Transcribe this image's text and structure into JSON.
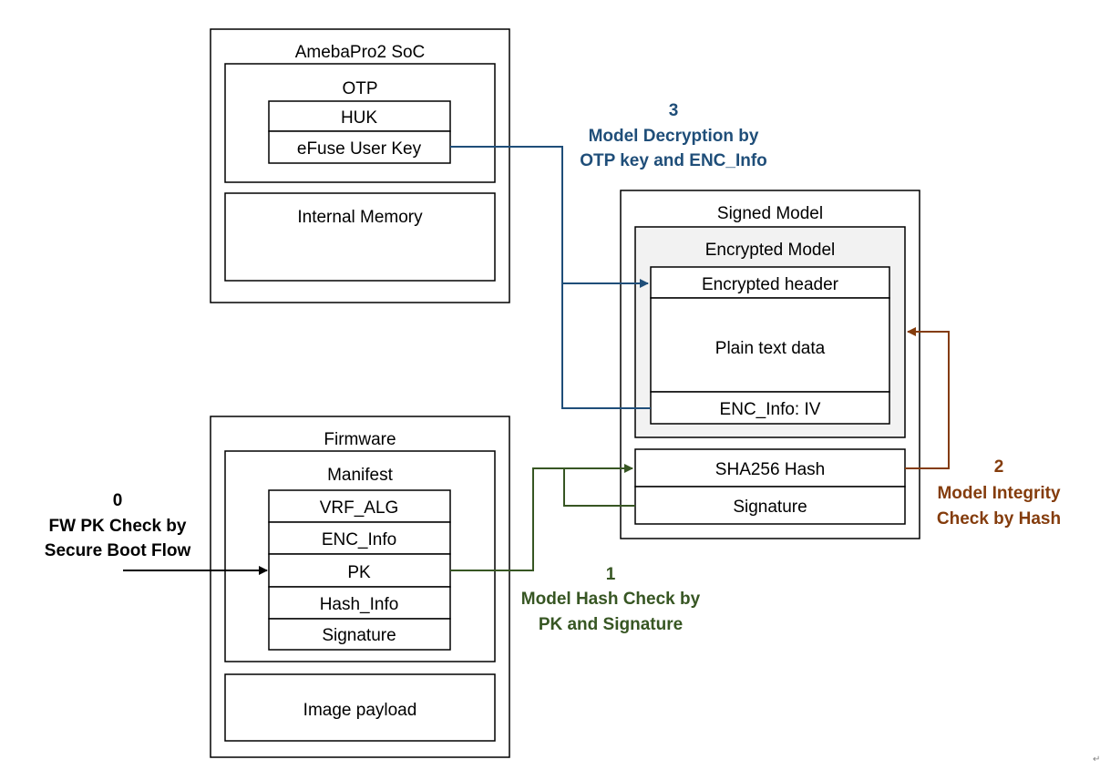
{
  "soc": {
    "title": "AmebaPro2 SoC",
    "otp": {
      "title": "OTP",
      "rows": [
        "HUK",
        "eFuse User Key"
      ]
    },
    "memory": "Internal Memory"
  },
  "firmware": {
    "title": "Firmware",
    "manifest": {
      "title": "Manifest",
      "rows": [
        "VRF_ALG",
        "ENC_Info",
        "PK",
        "Hash_Info",
        "Signature"
      ]
    },
    "payload": "Image payload"
  },
  "signed_model": {
    "title": "Signed Model",
    "encrypted_model": {
      "title": "Encrypted Model",
      "header": "Encrypted header",
      "data": "Plain text data",
      "info": "ENC_Info: IV"
    },
    "hash": "SHA256 Hash",
    "signature": "Signature"
  },
  "annotations": {
    "step0": {
      "number": "0",
      "line1": "FW PK Check by",
      "line2": "Secure Boot Flow"
    },
    "step1": {
      "number": "1",
      "line1": "Model Hash Check by",
      "line2": "PK and Signature"
    },
    "step2": {
      "number": "2",
      "line1": "Model Integrity",
      "line2": "Check by Hash"
    },
    "step3": {
      "number": "3",
      "line1": "Model Decryption by",
      "line2": "OTP key and ENC_Info"
    }
  },
  "colors": {
    "step0": "#000000",
    "step1": "#375623",
    "step2": "#843c0c",
    "step3": "#1f4e79"
  }
}
